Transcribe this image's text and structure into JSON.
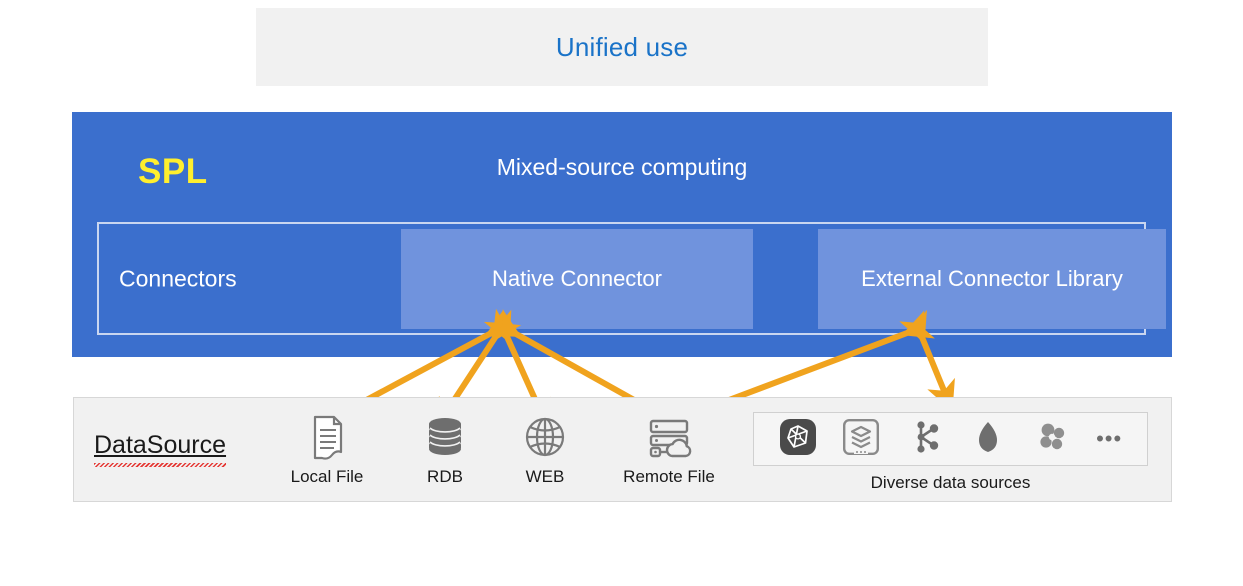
{
  "banner": {
    "label": "Unified use",
    "color": "#1a73c8",
    "background": "#f1f1f1"
  },
  "spl_panel": {
    "title": "SPL",
    "title_color": "#ffef2e",
    "subtitle": "Mixed-source computing",
    "background": "#3b6fcd",
    "connectors": {
      "label": "Connectors",
      "frame_border_color": "#c9d6f0",
      "boxes": [
        {
          "label": "Native Connector",
          "color": "#7093dd"
        },
        {
          "label": "External Connector Library",
          "color": "#7093dd"
        }
      ]
    }
  },
  "datasource": {
    "title": "DataSource",
    "background": "#f1f1f1",
    "items": [
      {
        "label": "Local File",
        "icon": "document-page-icon"
      },
      {
        "label": "RDB",
        "icon": "database-cylinder-icon"
      },
      {
        "label": "WEB",
        "icon": "globe-icon"
      },
      {
        "label": "Remote File",
        "icon": "server-cloud-icon"
      }
    ],
    "diverse": {
      "label": "Diverse data sources",
      "icons": [
        "elasticsearch-icon",
        "layered-stack-icon",
        "kafka-node-graph-icon",
        "mongodb-leaf-icon",
        "cassandra-cluster-icon"
      ],
      "overflow": "•••"
    }
  },
  "arrows": {
    "color": "#f0a31e",
    "style": "double-headed",
    "connections": [
      {
        "from": "native-connector",
        "to": "local-file"
      },
      {
        "from": "native-connector",
        "to": "rdb"
      },
      {
        "from": "native-connector",
        "to": "web"
      },
      {
        "from": "native-connector",
        "to": "remote-file"
      },
      {
        "from": "external-connector-library",
        "to": "remote-file"
      },
      {
        "from": "external-connector-library",
        "to": "diverse-data-sources"
      }
    ]
  }
}
